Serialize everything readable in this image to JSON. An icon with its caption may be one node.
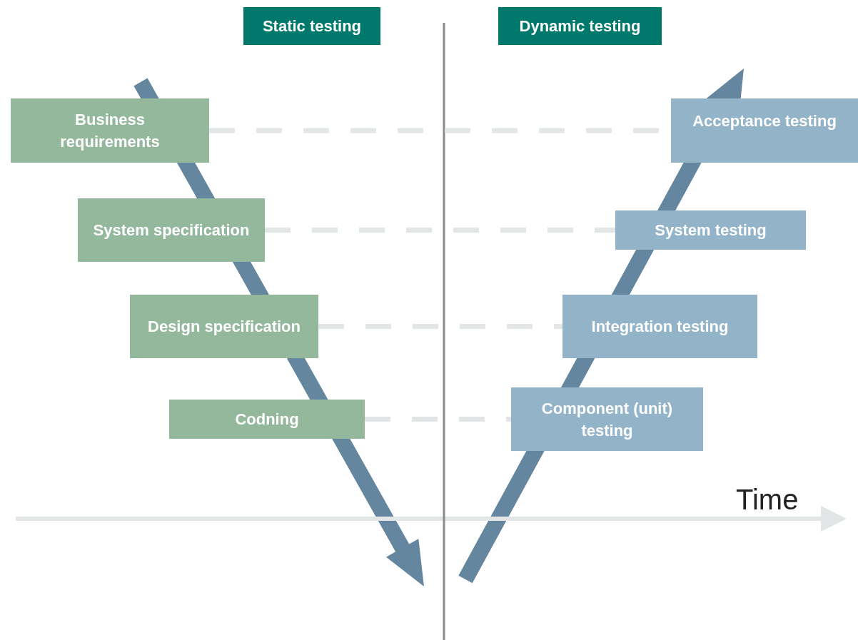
{
  "diagram": {
    "nodes": [
      {
        "text": [
          "Static testing"
        ]
      },
      {
        "text": [
          "Dynamic testing"
        ]
      },
      {
        "text": [
          "Business requirements"
        ]
      },
      {
        "text": [
          "System specification"
        ]
      },
      {
        "text": [
          "Design specification"
        ]
      },
      {
        "text": [
          "Codning"
        ]
      },
      {
        "text": [
          "Acceptance testing"
        ]
      },
      {
        "text": [
          "System testing"
        ]
      },
      {
        "text": [
          "Integration testing"
        ]
      },
      {
        "text": [
          "Component (unit) testing"
        ]
      }
    ],
    "edges": [
      {
        "from": 2,
        "to": 6,
        "arrow": "none",
        "style": "dashed"
      },
      {
        "from": 3,
        "to": 7,
        "arrow": "none",
        "style": "dashed"
      },
      {
        "from": 4,
        "to": 8,
        "arrow": "none",
        "style": "dashed"
      },
      {
        "from": 5,
        "to": 9,
        "arrow": "none",
        "style": "dashed"
      }
    ],
    "labels": [
      "Time"
    ]
  }
}
